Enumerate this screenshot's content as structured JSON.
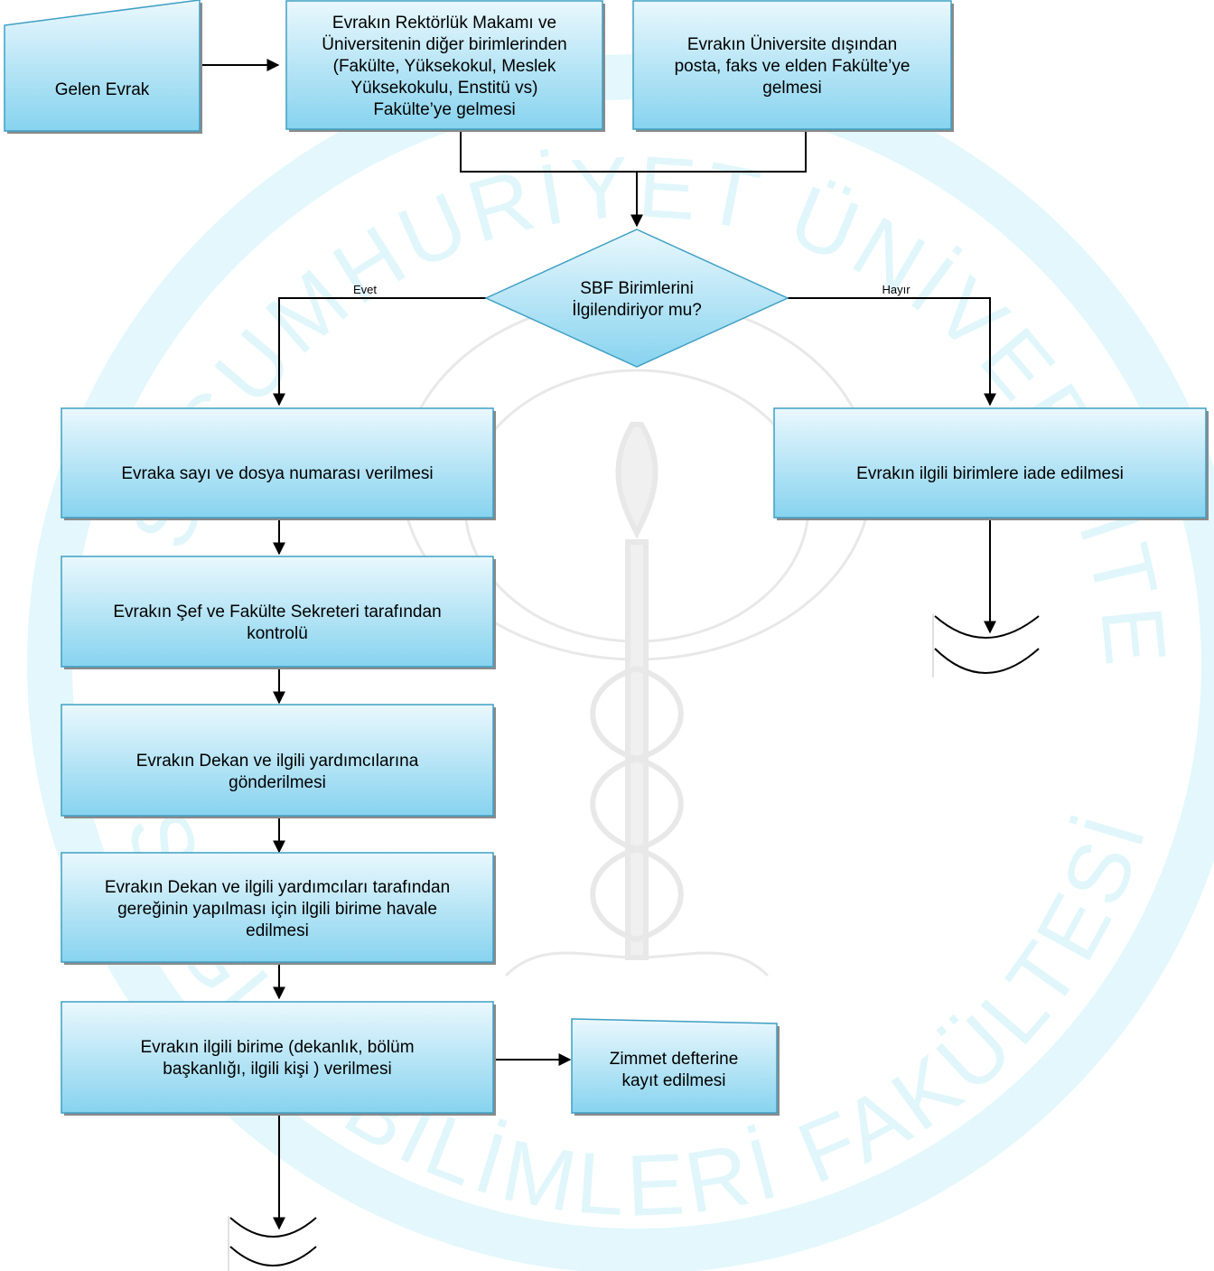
{
  "colors": {
    "box_top": "#eaf8fd",
    "box_bottom": "#87d3ef",
    "box_border": "#3f9fc4",
    "shadow": "#8a8a8a",
    "line": "#000000",
    "watermark": "#dff6fb",
    "watermark_emblem": "#e6e6e6"
  },
  "watermark": {
    "arc_top": "SİVAS CUMHURİYET ÜNİVERSİTESİ",
    "arc_bottom": "SAĞLIK BİLİMLERİ FAKÜLTESİ"
  },
  "nodes": {
    "gelen_evrak": [
      "Gelen Evrak"
    ],
    "rektorluk": [
      "Evrakın Rektörlük Makamı ve",
      "Üniversitenin diğer birimlerinden",
      "(Fakülte, Yüksekokul, Meslek",
      "Yüksekokulu, Enstitü vs)",
      "Fakülte’ye gelmesi"
    ],
    "universite_disi": [
      "Evrakın Üniversite dışından",
      "posta, faks ve elden Fakülte’ye",
      "gelmesi"
    ],
    "decision": [
      "SBF Birimlerini",
      "İlgilendiriyor mu?"
    ],
    "sayi_dosya": [
      "Evraka sayı ve dosya numarası verilmesi"
    ],
    "iade": [
      "Evrakın ilgili birimlere iade edilmesi"
    ],
    "sef_kontrol": [
      "Evrakın Şef ve Fakülte Sekreteri tarafından",
      "kontrolü"
    ],
    "dekan_gonderim": [
      "Evrakın Dekan ve ilgili yardımcılarına",
      "gönderilmesi"
    ],
    "havale": [
      "Evrakın Dekan ve ilgili yardımcıları tarafından",
      "gereğinin yapılması için ilgili birime havale",
      "edilmesi"
    ],
    "birime_verilmesi": [
      "Evrakın ilgili birime (dekanlık, bölüm",
      "başkanlığı, ilgili kişi ) verilmesi"
    ],
    "zimmet": [
      "Zimmet defterine",
      "kayıt edilmesi"
    ]
  },
  "labels": {
    "yes": "Evet",
    "no": "Hayır"
  }
}
